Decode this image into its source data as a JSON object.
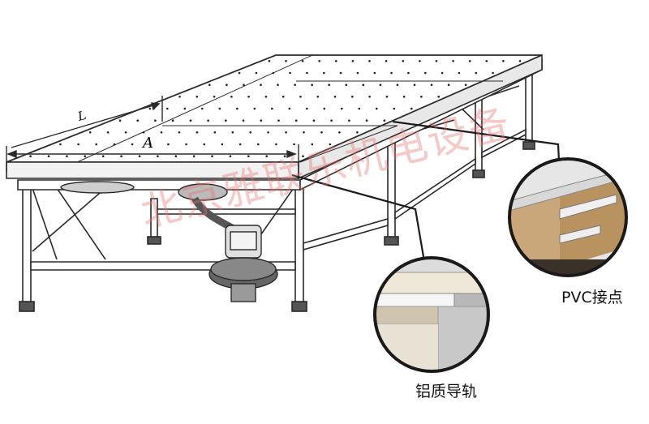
{
  "labels": {
    "pvc_joint": "PVC接点",
    "aluminum_rail": "铝质导轨",
    "dimension_length": "L",
    "dimension_width": "A"
  },
  "watermark": "北京雅联乐机电设备",
  "colors": {
    "line": "#2a2a2a",
    "wood": "#c9a77a",
    "aluminum": "#d9d9d9",
    "dark_base": "#3a3228",
    "watermark": "#eb6e6e"
  }
}
